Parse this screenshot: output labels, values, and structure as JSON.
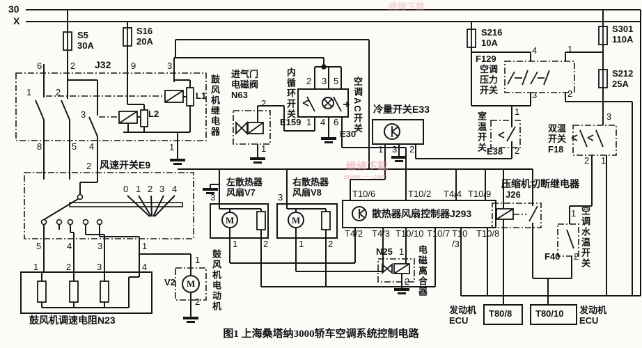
{
  "caption": "图1  上海桑塔纳3000轿车空调系统控制电路",
  "watermark": {
    "line1": "维修下载",
    "line2": "www.····.com"
  },
  "buses": {
    "b30": "30",
    "bx": "X"
  },
  "fuses": {
    "s5": "S5\n30A",
    "s16": "S16\n20A",
    "s216": "S216\n10A",
    "s301": "S301\n110A",
    "s212": "S212\n25A"
  },
  "j32": {
    "name": "J32",
    "side_label": "鼓风机继电器",
    "t6": "6",
    "t2": "2",
    "t9": "9",
    "t3": "3",
    "t8": "8",
    "t5": "5",
    "t4": "4",
    "t1": "1",
    "c1": "1",
    "c2": "2",
    "c3": "3",
    "l1": "L1",
    "l2": "L2"
  },
  "n63": {
    "label": "进气门\n电磁阀\nN63",
    "t2": "2",
    "t1": "1"
  },
  "e159": {
    "side_label": "内循环开关",
    "name": "E159",
    "t2": "2",
    "t3": "3",
    "t5": "5",
    "t1": "1",
    "t4": "4",
    "t6": "6"
  },
  "e30": {
    "side_label": "空调AC开关",
    "name": "E30"
  },
  "e33": {
    "label": "冷量开关E33",
    "t1": "1",
    "t3": "3",
    "t2": "2"
  },
  "e9": {
    "label": "风速开关E9",
    "t2": "2",
    "d0": "0",
    "d1": "1",
    "d2": "2",
    "d3": "3",
    "d4": "4",
    "t5": "5",
    "t4": "4",
    "t3": "3",
    "t1": "1"
  },
  "n23": {
    "label": "鼓风机调速电阻N23",
    "t1": "1",
    "t2": "2",
    "t3": "3",
    "t4": "4"
  },
  "v2": {
    "name": "V2",
    "side_label": "鼓风机电动机",
    "t1": "1",
    "t2": "2",
    "m": "M"
  },
  "v7": {
    "label": "左散热器\n风扇V7",
    "t3": "3",
    "t1": "1",
    "t2": "2",
    "m": "M"
  },
  "v8": {
    "label": "右散热器\n风扇V8",
    "t3": "3",
    "t1": "1",
    "t2": "2",
    "m": "M"
  },
  "j293": {
    "label": "散热器风扇控制器J293",
    "t106": "T10/6",
    "t102": "T10/2",
    "t44": "T4/4",
    "t109": "T10/9",
    "t42": "T4/2",
    "t43": "T4/3",
    "t1010": "T10/10",
    "t107": "T10/7",
    "t103": "T10\n/3",
    "t108": "T10/8"
  },
  "n25": {
    "name": "N25",
    "side_label": "电磁离合器",
    "t1": "1",
    "t2": "2"
  },
  "j26": {
    "label": "压缩机切断继电器",
    "name": "J26"
  },
  "f40": {
    "name": "F40",
    "side_label": "空调水温开关",
    "t1": "1",
    "t2": "2"
  },
  "e38": {
    "side_label": "室温开关",
    "name": "E38",
    "t1": "1",
    "t2": "2"
  },
  "f18": {
    "label": "双温\n开关\nF18",
    "t3": "3",
    "t2": "2",
    "t1": "1"
  },
  "f129": {
    "name": "F129",
    "sub": "空调\n压力\n开关",
    "t4": "4",
    "t1": "1",
    "t3": "3",
    "t2": "2"
  },
  "ecu_left": {
    "label": "发动机\nECU",
    "pin": "T80/8"
  },
  "ecu_right": {
    "pin": "T80/10",
    "label": "发动机\nECU"
  }
}
